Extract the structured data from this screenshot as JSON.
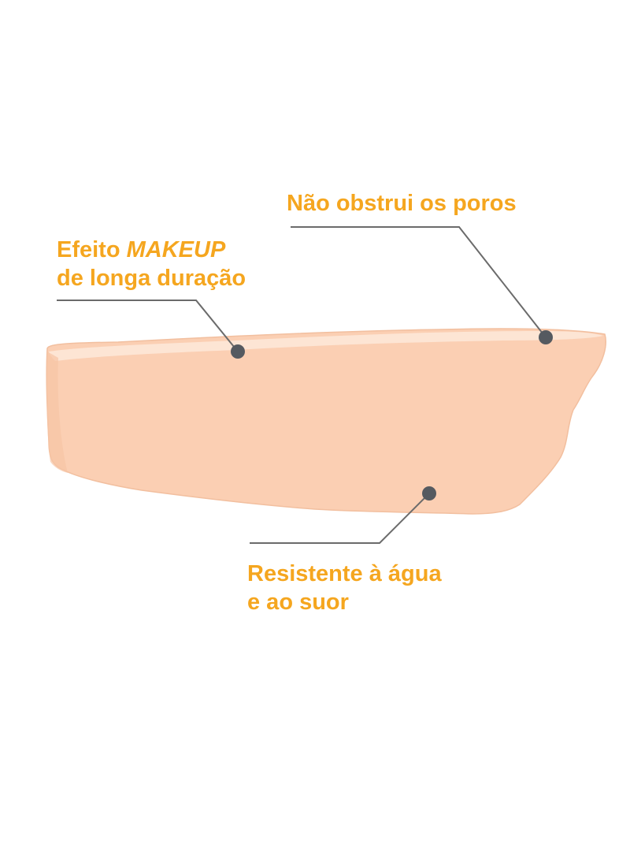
{
  "colors": {
    "background": "#ffffff",
    "text_accent": "#f5a61f",
    "swatch_fill": "#fbcfb3",
    "swatch_highlight": "#fde7d7",
    "swatch_edge": "#f2bf9f",
    "leader_line": "#6b6b6b",
    "marker_dot": "#555a60"
  },
  "swatch": {
    "description_icon": "foundation-swatch-icon"
  },
  "callouts": {
    "pores": {
      "text": "Não obstrui os poros"
    },
    "makeup": {
      "line1_prefix": "Efeito ",
      "line1_emphasis": "MAKEUP",
      "line2": "de longa duração"
    },
    "water": {
      "line1": "Resistente à água",
      "line2": "e ao suor"
    }
  }
}
